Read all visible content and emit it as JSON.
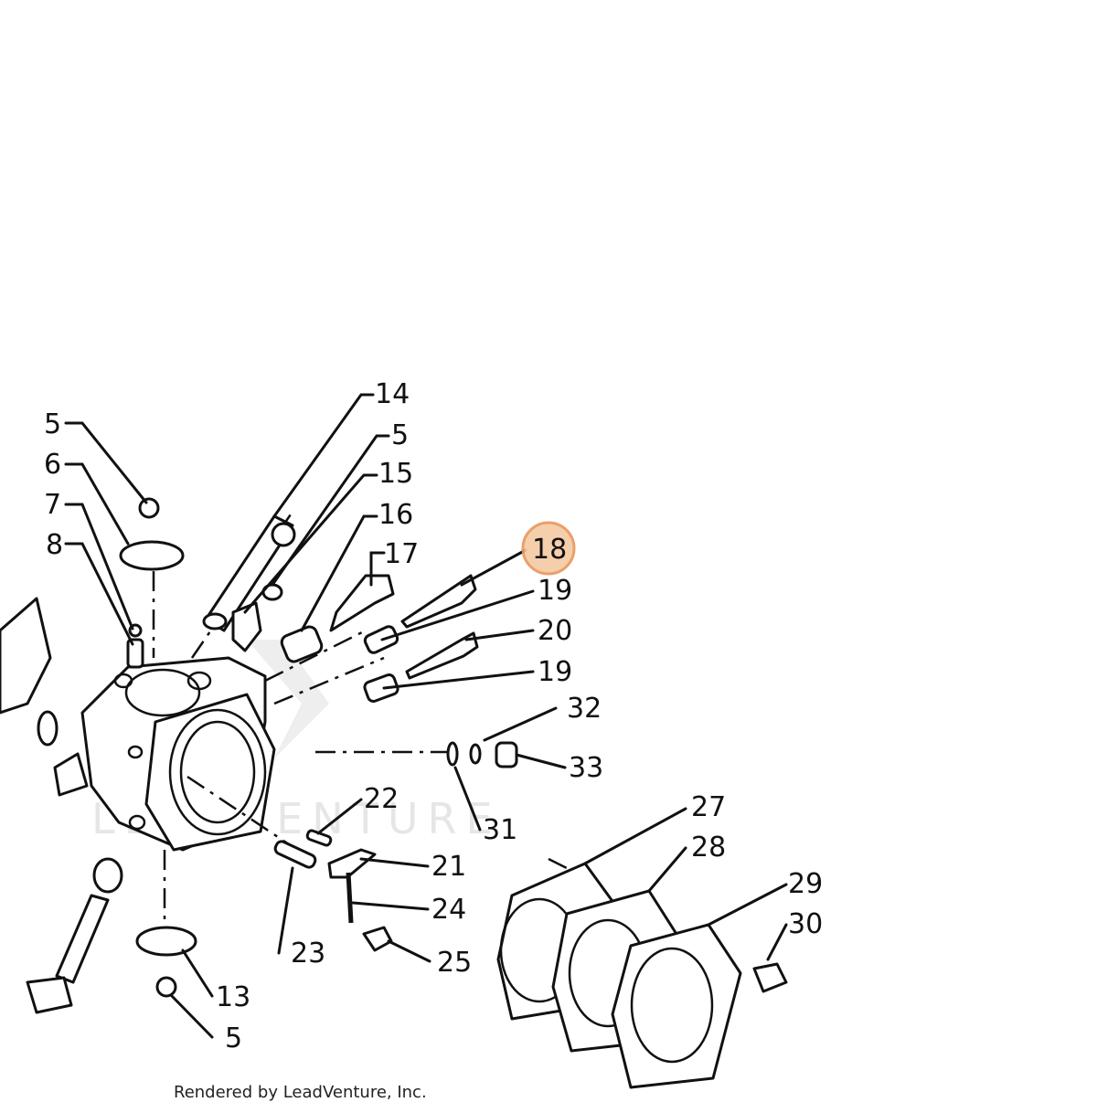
{
  "diagram": {
    "labels": [
      "14",
      "5",
      "15",
      "16",
      "17",
      "18",
      "19",
      "20",
      "19",
      "32",
      "33",
      "31",
      "22",
      "21",
      "24",
      "25",
      "23",
      "27",
      "28",
      "29",
      "30",
      "5",
      "6",
      "7",
      "8",
      "13",
      "5"
    ],
    "highlighted_label": "18",
    "highlight_color": "#f0a060"
  },
  "footer": {
    "text": "Rendered by LeadVenture, Inc."
  }
}
